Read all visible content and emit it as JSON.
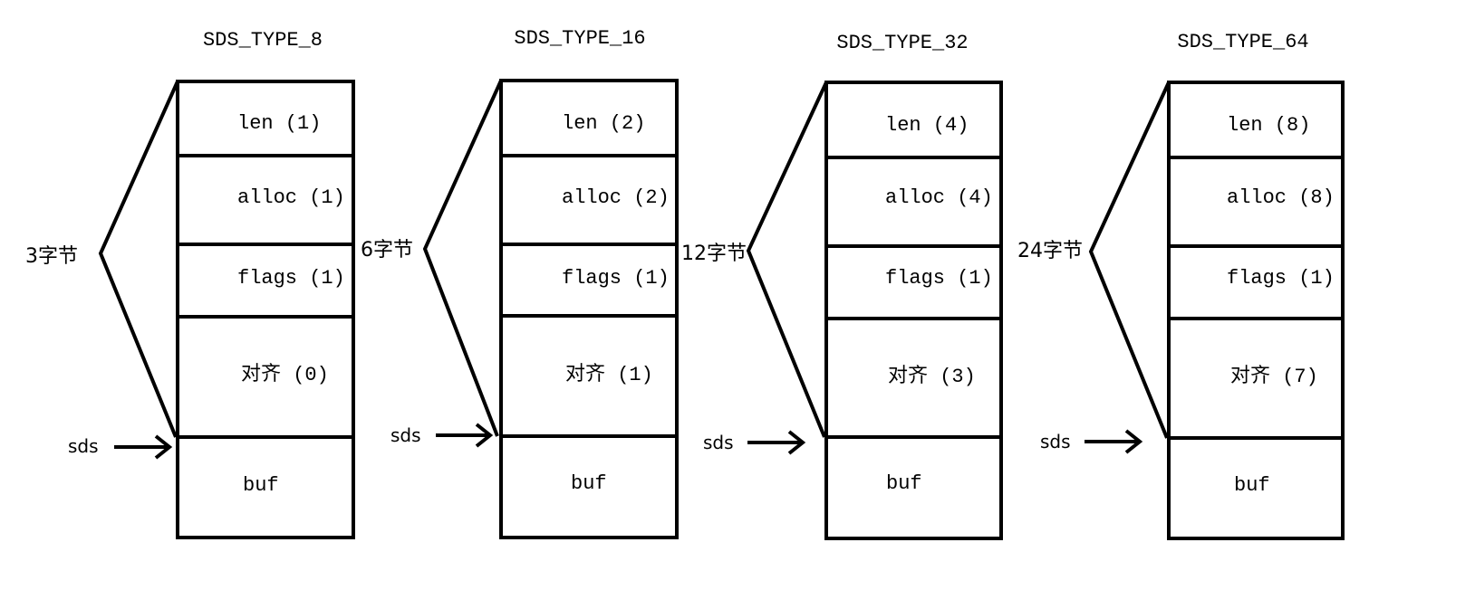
{
  "structures": [
    {
      "title": "SDS_TYPE_8",
      "header_size": "3字节",
      "pointer": "sds",
      "fields": {
        "len": "len (1)",
        "alloc": "alloc (1)",
        "flags": "flags (1)",
        "align": "对齐 (0)",
        "buf": "buf"
      }
    },
    {
      "title": "SDS_TYPE_16",
      "header_size": "6字节",
      "pointer": "sds",
      "fields": {
        "len": "len (2)",
        "alloc": "alloc (2)",
        "flags": "flags (1)",
        "align": "对齐 (1)",
        "buf": "buf"
      }
    },
    {
      "title": "SDS_TYPE_32",
      "header_size": "12字节",
      "pointer": "sds",
      "fields": {
        "len": "len (4)",
        "alloc": "alloc (4)",
        "flags": "flags (1)",
        "align": "对齐 (3)",
        "buf": "buf"
      }
    },
    {
      "title": "SDS_TYPE_64",
      "header_size": "24字节",
      "pointer": "sds",
      "fields": {
        "len": "len (8)",
        "alloc": "alloc (8)",
        "flags": "flags (1)",
        "align": "对齐 (7)",
        "buf": "buf"
      }
    }
  ]
}
